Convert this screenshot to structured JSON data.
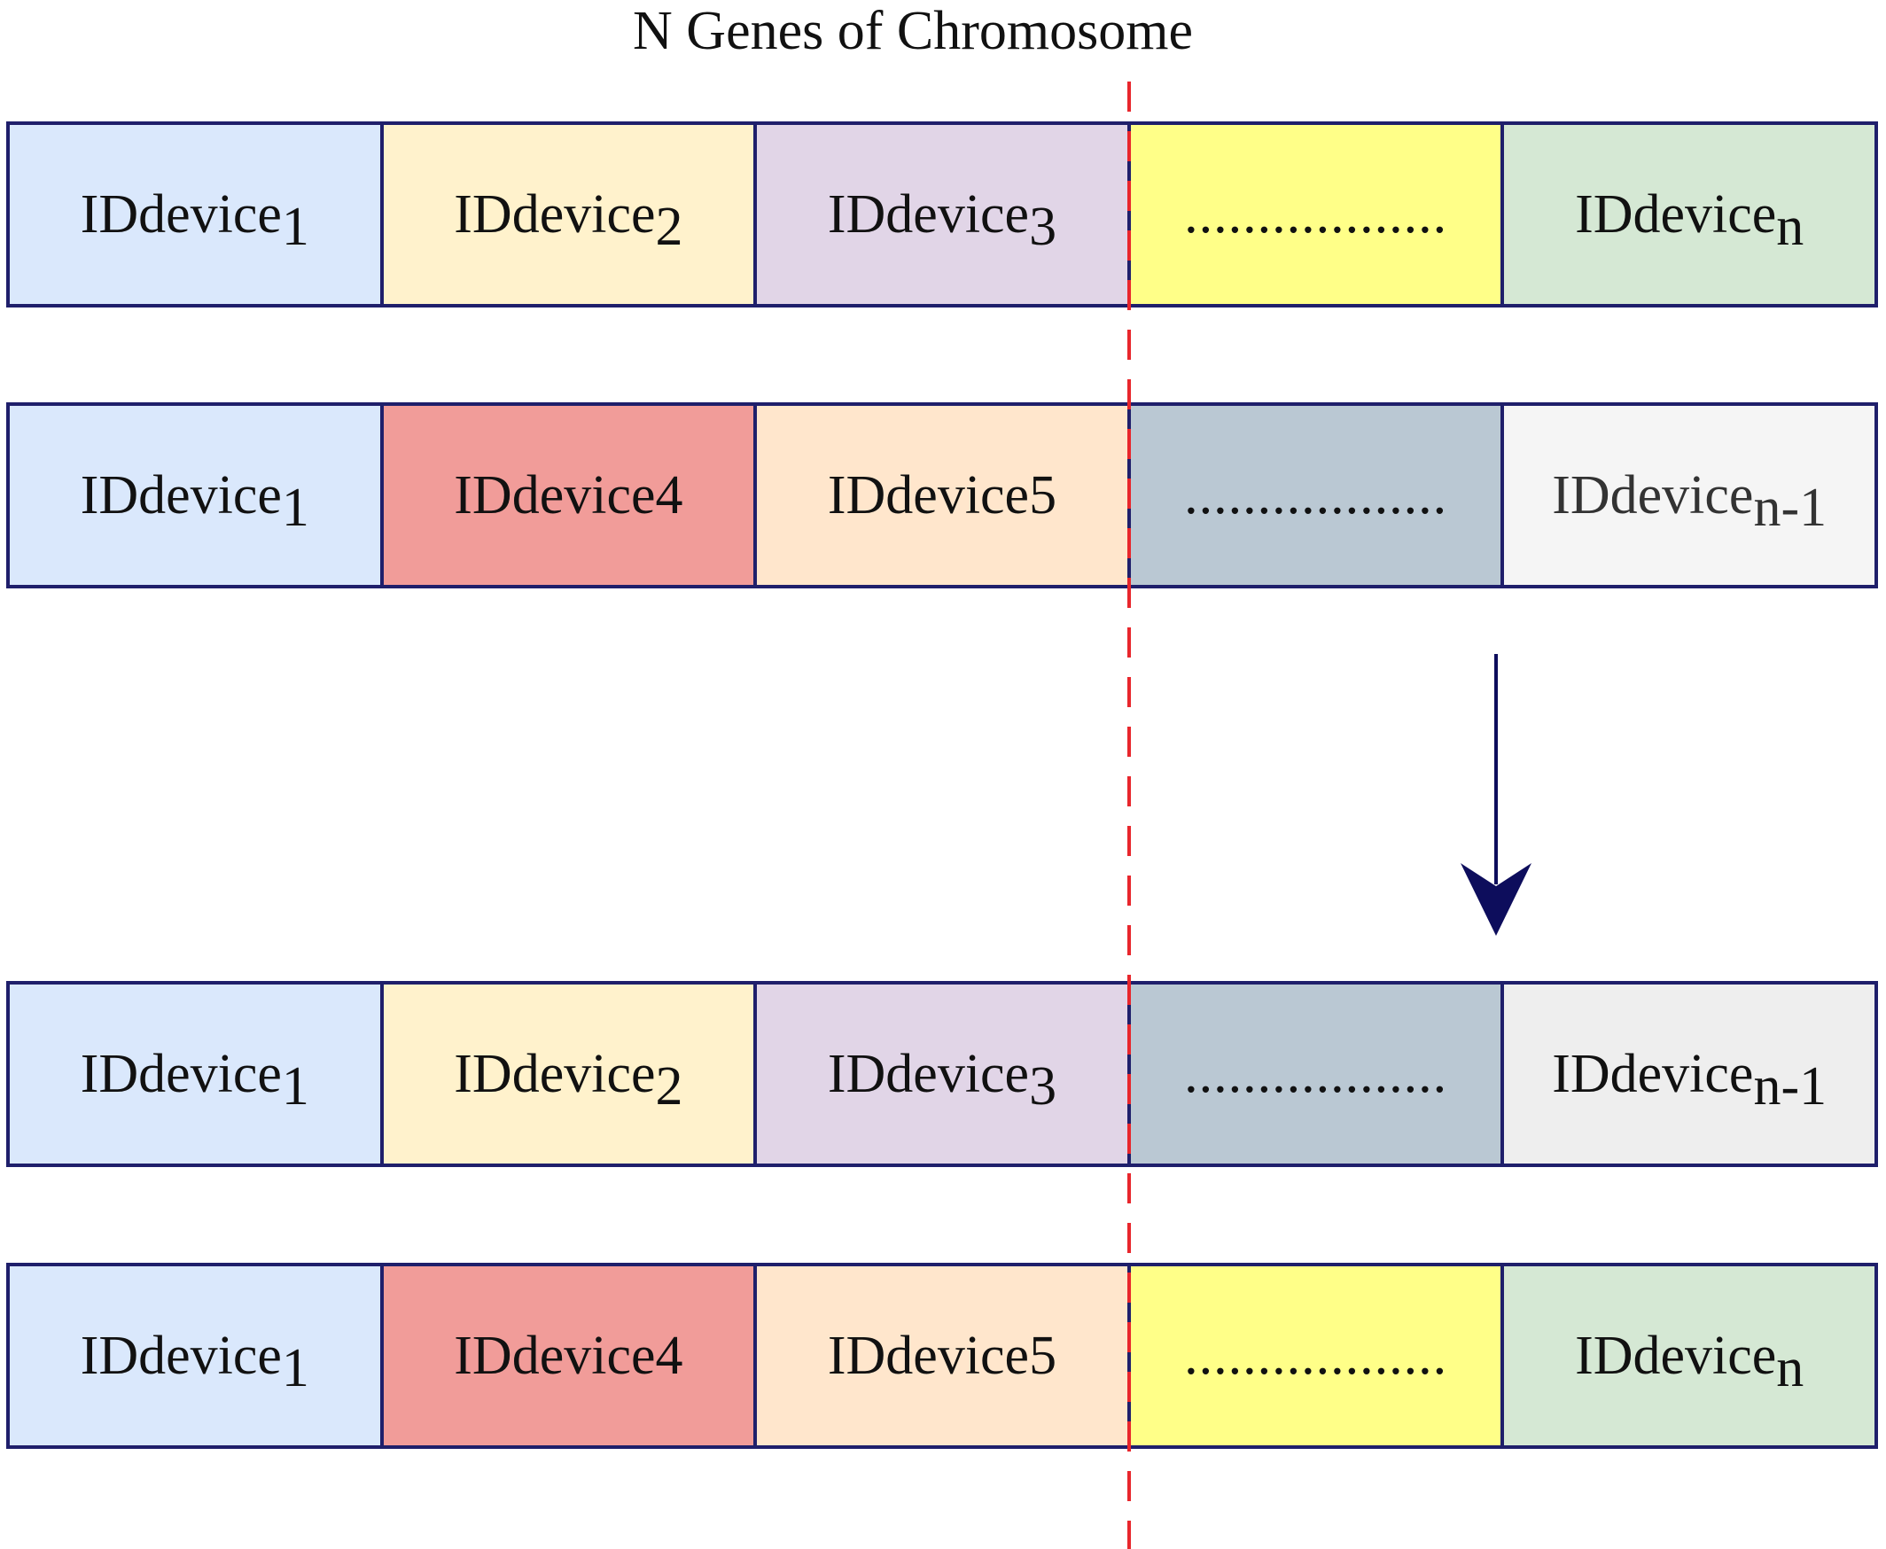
{
  "title": "N Genes of Chromosome",
  "rows": [
    {
      "genes": [
        {
          "text": "IDdevice",
          "sub": "1",
          "color": "#dae8fc"
        },
        {
          "text": "IDdevice",
          "sub": "2",
          "color": "#fff2cc"
        },
        {
          "text": "IDdevice",
          "sub": "3",
          "color": "#e1d5e7"
        },
        {
          "text": "..................",
          "sub": "",
          "color": "#ffff88"
        },
        {
          "text": "IDdevice",
          "sub": "n",
          "color": "#d5e8d4"
        }
      ]
    },
    {
      "genes": [
        {
          "text": "IDdevice",
          "sub": "1",
          "color": "#dae8fc"
        },
        {
          "text": "IDdevice4",
          "sub": "",
          "color": "#f19c99"
        },
        {
          "text": "IDdevice5",
          "sub": "",
          "color": "#ffe6cc"
        },
        {
          "text": "..................",
          "sub": "",
          "color": "#bac8d3"
        },
        {
          "text": "IDdevice",
          "sub": "n-1",
          "color": "#f5f5f5"
        }
      ]
    },
    {
      "genes": [
        {
          "text": "IDdevice",
          "sub": "1",
          "color": "#dae8fc"
        },
        {
          "text": "IDdevice",
          "sub": "2",
          "color": "#fff2cc"
        },
        {
          "text": "IDdevice",
          "sub": "3",
          "color": "#e1d5e7"
        },
        {
          "text": "..................",
          "sub": "",
          "color": "#bac8d3"
        },
        {
          "text": "IDdevice",
          "sub": "n-1",
          "color": "#eeeeee"
        }
      ]
    },
    {
      "genes": [
        {
          "text": "IDdevice",
          "sub": "1",
          "color": "#dae8fc"
        },
        {
          "text": "IDdevice4",
          "sub": "",
          "color": "#f19c99"
        },
        {
          "text": "IDdevice5",
          "sub": "",
          "color": "#ffe6cc"
        },
        {
          "text": "..................",
          "sub": "",
          "color": "#ffff88"
        },
        {
          "text": "IDdevice",
          "sub": "n",
          "color": "#d5e8d4"
        }
      ]
    }
  ],
  "colors": {
    "border": "#1f1f6b",
    "cut_line": "#e8262c",
    "arrow": "#0d0d5c"
  }
}
